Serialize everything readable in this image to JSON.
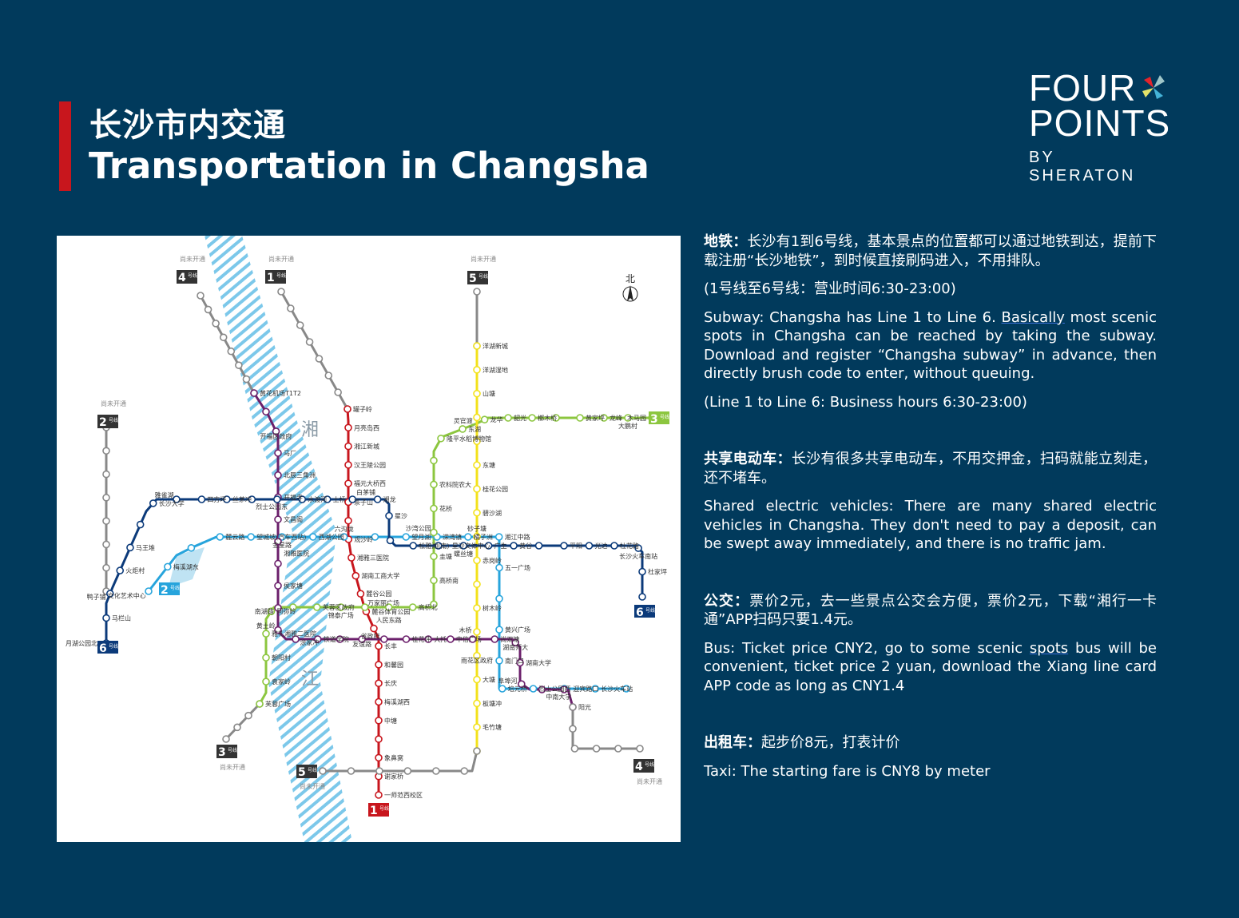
{
  "header": {
    "title_cn": "长沙市内交通",
    "title_en": "Transportation in Changsha",
    "accent_color": "#c8161d"
  },
  "logo": {
    "line1": "FOUR",
    "line2": "POINTS",
    "line3": "BY SHERATON"
  },
  "map": {
    "river_chars": [
      "湘",
      "江"
    ],
    "north_label": "北",
    "not_open": "尚未开通",
    "line_suffix": "号线",
    "lines": [
      {
        "number": "1",
        "color": "#c8161d"
      },
      {
        "number": "2",
        "color": "#27a4dc"
      },
      {
        "number": "3",
        "color": "#8cc63f"
      },
      {
        "number": "4",
        "color": "#6b1f6b"
      },
      {
        "number": "5",
        "color": "#f3e21b"
      },
      {
        "number": "6",
        "color": "#0b3a7a"
      }
    ],
    "stations": [
      "罐子岭",
      "月亮岛西",
      "湘江新城",
      "汉王陵公园",
      "福元大桥西",
      "茶子山",
      "观沙岭",
      "湘雅三医院",
      "湖南工商大学",
      "麓谷公园",
      "麓谷体育公园",
      "长丰",
      "和馨园",
      "长庆",
      "梅溪湖西",
      "中塘",
      "象鼻窝",
      "谢家桥",
      "一师范西校区",
      "文化艺术中心",
      "梅溪湖东",
      "麓云路",
      "望城坡(汽车西站)",
      "金星路",
      "西湖公园",
      "六沟垅",
      "望月湖",
      "溁湾镇",
      "橘子洲",
      "湘江中路",
      "五一广场",
      "黄兴广场",
      "南门口",
      "培元桥",
      "烈士公园西",
      "迎宾路口",
      "长沙火车站",
      "芙蓉广场",
      "袁家岭",
      "朝阳村",
      "雅礼湘雅二医院",
      "阿弥岭",
      "芙蓉区政府",
      "锦泰广场",
      "万家丽广场",
      "人民东路",
      "高桥北",
      "高桥南",
      "圭塘",
      "沙湾公园",
      "花桥",
      "农科院农大",
      "隆平水稻博物馆",
      "东湖",
      "龙华",
      "韶光",
      "榔木桥",
      "黄家坪",
      "龙峰",
      "大鹏村",
      "木马园",
      "黄花机场T1T2",
      "开福区政府",
      "马厂",
      "北辰三角洲",
      "开福寺",
      "文昌阁",
      "湘雅医院",
      "侯家塘",
      "南湖路",
      "黄土岭",
      "涂家冲",
      "铁道学院",
      "友谊路",
      "省政府",
      "桂花坪",
      "大托",
      "中信广场",
      "尚双塘",
      "湖南师大",
      "湖南大学",
      "阜埠河",
      "中南大学",
      "阳光",
      "洋湖新城",
      "洋湖湿地",
      "山塘",
      "灵官渡",
      "东塘",
      "桂花公园",
      "碧沙湖",
      "砂子塘",
      "赤岗岭",
      "树木岭",
      "木桥",
      "雨花区政府",
      "大塘",
      "板塘冲",
      "毛竹塘",
      "月湖公园北",
      "马栏山",
      "鸭子铺",
      "火炬村",
      "马王堆",
      "长沙大学",
      "雅雀湖",
      "四方坪",
      "丝茅冲",
      "烈士公园东",
      "水渡河",
      "土桥",
      "白茅铺",
      "湘龙",
      "星沙",
      "松雅湖(南)",
      "星沙文体中心",
      "螺丝塘",
      "广生",
      "黄谷",
      "平阳",
      "光达",
      "杜花路",
      "长沙火车南站",
      "杜家坪"
    ]
  },
  "content": {
    "subway_cn_label": "地铁：",
    "subway_cn": "长沙有1到6号线，基本景点的位置都可以通过地铁到达，提前下载注册“长沙地铁”，到时候直接刷码进入，不用排队。",
    "subway_hours_cn": "(1号线至6号线：营业时间6:30-23:00)",
    "subway_en_1": "Subway: Changsha has Line 1 to Line 6. ",
    "subway_en_ul": "Basically",
    "subway_en_2": " most scenic spots in Changsha can be reached by taking the subway. Download and register “Changsha subway” in advance, then directly brush code to enter, without queuing.",
    "subway_hours_en": "(Line 1 to Line 6: Business hours 6:30-23:00)",
    "ev_cn_label": "共享电动车：",
    "ev_cn": "长沙有很多共享电动车，不用交押金，扫码就能立刻走，还不堵车。",
    "ev_en": "Shared electric vehicles: There are many shared electric vehicles in Changsha. They don't need to pay a deposit, can be swept away immediately, and there is no traffic jam.",
    "bus_cn_label": "公交：",
    "bus_cn": "票价2元，去一些景点公交会方便，票价2元，下载“湘行一卡通”APP扫码只要1.4元。",
    "bus_en_1": "Bus: Ticket price CNY2, go to some scenic ",
    "bus_en_ul": "spots",
    "bus_en_2": " bus will be convenient, ticket price 2 yuan, download the Xiang line card APP code as long as CNY1.4",
    "taxi_cn_label": "出租车：",
    "taxi_cn": "起步价8元，打表计价",
    "taxi_en": "Taxi: The starting fare is CNY8  by meter"
  }
}
